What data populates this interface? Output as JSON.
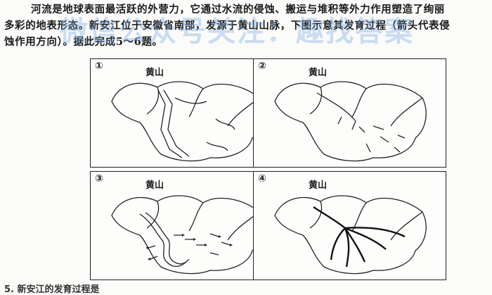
{
  "question": {
    "line1": "河流是地球表面最活跃的外营力，它通过水流的侵蚀、搬运与堆积等外力作用塑造了绚丽",
    "line2": "多彩的地表形态。新安江位于安徽省南部，发源于黄山山脉，下图示意其发育过程（箭头代表侵",
    "line3": "蚀作用方向）。据此完成5～6题。"
  },
  "watermark": "微信公众号关注：趣找答案",
  "figures": [
    {
      "number": "①",
      "label": "黄山"
    },
    {
      "number": "②",
      "label": "黄山"
    },
    {
      "number": "③",
      "label": "黄山"
    },
    {
      "number": "④",
      "label": "黄山"
    }
  ],
  "next_question_partial": "5. 新安江的发育过程是"
}
